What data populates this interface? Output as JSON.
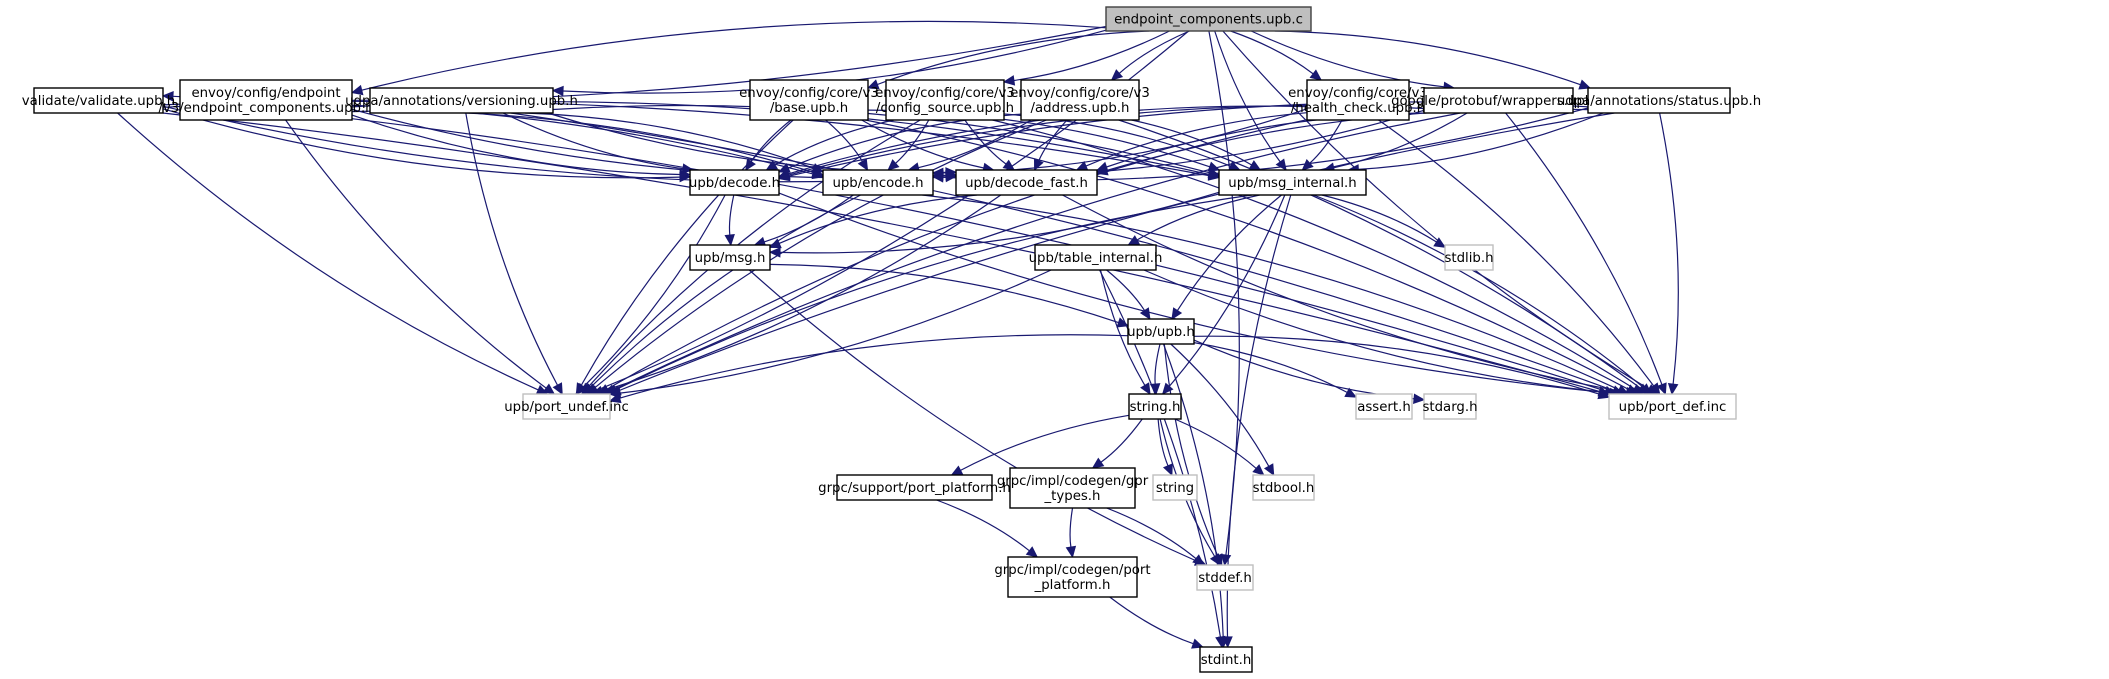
{
  "title": "endpoint_components.upb.c include dependency graph",
  "colors": {
    "edge": "#191970",
    "root_fill": "#bfbfbf",
    "node_border": "#000000",
    "external_border": "#bfbfbf",
    "node_fill": "#ffffff"
  },
  "nodes": [
    {
      "id": "root",
      "label": [
        "endpoint_components.upb.c"
      ],
      "kind": "root"
    },
    {
      "id": "validate",
      "label": [
        "validate/validate.upb.h"
      ],
      "kind": "internal"
    },
    {
      "id": "ep_components_h",
      "label": [
        "envoy/config/endpoint",
        "/v3/endpoint_components.upb.h"
      ],
      "kind": "internal"
    },
    {
      "id": "versioning",
      "label": [
        "udpa/annotations/versioning.upb.h"
      ],
      "kind": "internal"
    },
    {
      "id": "base",
      "label": [
        "envoy/config/core/v3",
        "/base.upb.h"
      ],
      "kind": "internal"
    },
    {
      "id": "config_source",
      "label": [
        "envoy/config/core/v3",
        "/config_source.upb.h"
      ],
      "kind": "internal"
    },
    {
      "id": "address",
      "label": [
        "envoy/config/core/v3",
        "/address.upb.h"
      ],
      "kind": "internal"
    },
    {
      "id": "health_check",
      "label": [
        "envoy/config/core/v3",
        "/health_check.upb.h"
      ],
      "kind": "internal"
    },
    {
      "id": "wrappers",
      "label": [
        "google/protobuf/wrappers.upb.h"
      ],
      "kind": "internal"
    },
    {
      "id": "status",
      "label": [
        "udpa/annotations/status.upb.h"
      ],
      "kind": "internal"
    },
    {
      "id": "decode",
      "label": [
        "upb/decode.h"
      ],
      "kind": "internal"
    },
    {
      "id": "encode",
      "label": [
        "upb/encode.h"
      ],
      "kind": "internal"
    },
    {
      "id": "decode_fast",
      "label": [
        "upb/decode_fast.h"
      ],
      "kind": "internal"
    },
    {
      "id": "msg_internal",
      "label": [
        "upb/msg_internal.h"
      ],
      "kind": "internal"
    },
    {
      "id": "msg",
      "label": [
        "upb/msg.h"
      ],
      "kind": "internal"
    },
    {
      "id": "table_internal",
      "label": [
        "upb/table_internal.h"
      ],
      "kind": "internal"
    },
    {
      "id": "stdlib",
      "label": [
        "stdlib.h"
      ],
      "kind": "external"
    },
    {
      "id": "upb",
      "label": [
        "upb/upb.h"
      ],
      "kind": "internal"
    },
    {
      "id": "port_undef",
      "label": [
        "upb/port_undef.inc"
      ],
      "kind": "external"
    },
    {
      "id": "string_h",
      "label": [
        "string.h"
      ],
      "kind": "internal"
    },
    {
      "id": "assert",
      "label": [
        "assert.h"
      ],
      "kind": "external"
    },
    {
      "id": "stdarg",
      "label": [
        "stdarg.h"
      ],
      "kind": "external"
    },
    {
      "id": "port_def",
      "label": [
        "upb/port_def.inc"
      ],
      "kind": "external"
    },
    {
      "id": "grpc_port_platform",
      "label": [
        "grpc/support/port_platform.h"
      ],
      "kind": "internal"
    },
    {
      "id": "gpr_types",
      "label": [
        "grpc/impl/codegen/gpr",
        "_types.h"
      ],
      "kind": "internal"
    },
    {
      "id": "string",
      "label": [
        "string"
      ],
      "kind": "external"
    },
    {
      "id": "stdbool",
      "label": [
        "stdbool.h"
      ],
      "kind": "external"
    },
    {
      "id": "codegen_port_platform",
      "label": [
        "grpc/impl/codegen/port",
        "_platform.h"
      ],
      "kind": "internal"
    },
    {
      "id": "stddef",
      "label": [
        "stddef.h"
      ],
      "kind": "external"
    },
    {
      "id": "stdint",
      "label": [
        "stdint.h"
      ],
      "kind": "internal"
    }
  ],
  "edges": [
    [
      "root",
      "validate"
    ],
    [
      "root",
      "ep_components_h"
    ],
    [
      "root",
      "versioning"
    ],
    [
      "root",
      "base"
    ],
    [
      "root",
      "config_source"
    ],
    [
      "root",
      "address"
    ],
    [
      "root",
      "health_check"
    ],
    [
      "root",
      "wrappers"
    ],
    [
      "root",
      "status"
    ],
    [
      "root",
      "msg_internal"
    ],
    [
      "root",
      "port_undef"
    ],
    [
      "root",
      "port_def"
    ],
    [
      "root",
      "stddef"
    ],
    [
      "validate",
      "decode"
    ],
    [
      "validate",
      "encode"
    ],
    [
      "validate",
      "decode_fast"
    ],
    [
      "validate",
      "msg_internal"
    ],
    [
      "validate",
      "port_undef"
    ],
    [
      "validate",
      "port_def"
    ],
    [
      "ep_components_h",
      "decode"
    ],
    [
      "ep_components_h",
      "encode"
    ],
    [
      "ep_components_h",
      "decode_fast"
    ],
    [
      "ep_components_h",
      "msg_internal"
    ],
    [
      "ep_components_h",
      "port_undef"
    ],
    [
      "ep_components_h",
      "port_def"
    ],
    [
      "versioning",
      "decode"
    ],
    [
      "versioning",
      "encode"
    ],
    [
      "versioning",
      "decode_fast"
    ],
    [
      "versioning",
      "msg_internal"
    ],
    [
      "versioning",
      "port_undef"
    ],
    [
      "versioning",
      "port_def"
    ],
    [
      "base",
      "decode"
    ],
    [
      "base",
      "encode"
    ],
    [
      "base",
      "decode_fast"
    ],
    [
      "base",
      "msg_internal"
    ],
    [
      "base",
      "port_undef"
    ],
    [
      "base",
      "port_def"
    ],
    [
      "config_source",
      "decode"
    ],
    [
      "config_source",
      "encode"
    ],
    [
      "config_source",
      "decode_fast"
    ],
    [
      "config_source",
      "msg_internal"
    ],
    [
      "config_source",
      "port_undef"
    ],
    [
      "config_source",
      "port_def"
    ],
    [
      "address",
      "decode"
    ],
    [
      "address",
      "encode"
    ],
    [
      "address",
      "decode_fast"
    ],
    [
      "address",
      "msg_internal"
    ],
    [
      "address",
      "port_undef"
    ],
    [
      "address",
      "port_def"
    ],
    [
      "health_check",
      "decode"
    ],
    [
      "health_check",
      "encode"
    ],
    [
      "health_check",
      "decode_fast"
    ],
    [
      "health_check",
      "msg_internal"
    ],
    [
      "health_check",
      "port_undef"
    ],
    [
      "health_check",
      "port_def"
    ],
    [
      "wrappers",
      "decode"
    ],
    [
      "wrappers",
      "encode"
    ],
    [
      "wrappers",
      "decode_fast"
    ],
    [
      "wrappers",
      "msg_internal"
    ],
    [
      "wrappers",
      "port_undef"
    ],
    [
      "wrappers",
      "port_def"
    ],
    [
      "status",
      "decode"
    ],
    [
      "status",
      "encode"
    ],
    [
      "status",
      "decode_fast"
    ],
    [
      "status",
      "msg_internal"
    ],
    [
      "status",
      "port_undef"
    ],
    [
      "status",
      "port_def"
    ],
    [
      "decode",
      "msg"
    ],
    [
      "decode",
      "port_undef"
    ],
    [
      "decode",
      "port_def"
    ],
    [
      "encode",
      "msg"
    ],
    [
      "encode",
      "port_undef"
    ],
    [
      "encode",
      "port_def"
    ],
    [
      "decode_fast",
      "msg"
    ],
    [
      "decode_fast",
      "port_undef"
    ],
    [
      "decode_fast",
      "port_def"
    ],
    [
      "msg_internal",
      "msg"
    ],
    [
      "msg_internal",
      "table_internal"
    ],
    [
      "msg_internal",
      "stdlib"
    ],
    [
      "msg_internal",
      "upb"
    ],
    [
      "msg_internal",
      "string_h"
    ],
    [
      "msg_internal",
      "port_undef"
    ],
    [
      "msg_internal",
      "port_def"
    ],
    [
      "msg_internal",
      "stdint"
    ],
    [
      "msg",
      "upb"
    ],
    [
      "msg",
      "stddef"
    ],
    [
      "table_internal",
      "upb"
    ],
    [
      "table_internal",
      "string_h"
    ],
    [
      "table_internal",
      "port_undef"
    ],
    [
      "table_internal",
      "port_def"
    ],
    [
      "table_internal",
      "stdint"
    ],
    [
      "upb",
      "string_h"
    ],
    [
      "upb",
      "assert"
    ],
    [
      "upb",
      "stdarg"
    ],
    [
      "upb",
      "port_def"
    ],
    [
      "upb",
      "port_undef"
    ],
    [
      "upb",
      "stdbool"
    ],
    [
      "upb",
      "stddef"
    ],
    [
      "upb",
      "stdint"
    ],
    [
      "string_h",
      "grpc_port_platform"
    ],
    [
      "string_h",
      "gpr_types"
    ],
    [
      "string_h",
      "string"
    ],
    [
      "string_h",
      "stdbool"
    ],
    [
      "string_h",
      "stddef"
    ],
    [
      "grpc_port_platform",
      "codegen_port_platform"
    ],
    [
      "gpr_types",
      "codegen_port_platform"
    ],
    [
      "gpr_types",
      "stddef"
    ],
    [
      "codegen_port_platform",
      "stdint"
    ]
  ]
}
